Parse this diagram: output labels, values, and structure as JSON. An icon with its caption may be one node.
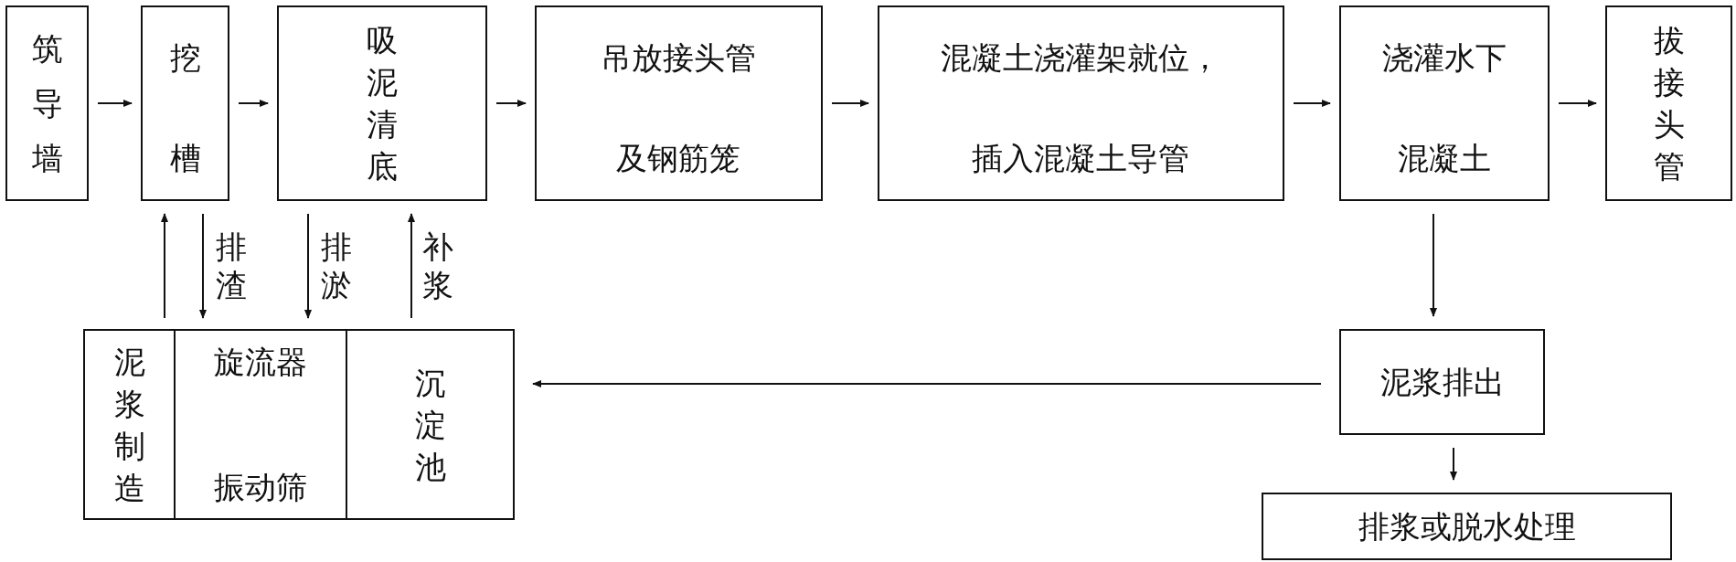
{
  "diagram": {
    "nodes": [
      {
        "text": [
          "筑导墙"
        ]
      },
      {
        "text": [
          "挖槽"
        ]
      },
      {
        "text": [
          "吸泥清底"
        ]
      },
      {
        "text": [
          "吊放接头管及钢筋笼"
        ]
      },
      {
        "text": [
          "混凝土浇灌架就位，插入混凝土导管"
        ]
      },
      {
        "text": [
          "浇灌水下混凝土"
        ]
      },
      {
        "text": [
          "拔接头管"
        ]
      },
      {
        "text": [],
        "shape": "box"
      },
      {
        "text": [
          "泥浆制造"
        ],
        "in": 7
      },
      {
        "text": [
          "旋流器",
          "振动筛"
        ],
        "in": 7
      },
      {
        "text": [
          "沉淀池"
        ],
        "in": 7
      },
      {
        "text": [
          "泥浆排出"
        ]
      },
      {
        "text": [
          "排浆或脱水处理"
        ]
      }
    ],
    "edges": [
      {
        "from": 0,
        "to": 1,
        "arrow": "to"
      },
      {
        "from": 1,
        "to": 2,
        "arrow": "to"
      },
      {
        "from": 2,
        "to": 3,
        "arrow": "to"
      },
      {
        "from": 3,
        "to": 4,
        "arrow": "to"
      },
      {
        "from": 4,
        "to": 5,
        "arrow": "to"
      },
      {
        "from": 5,
        "to": 6,
        "arrow": "to"
      },
      {
        "from": 8,
        "to": 1,
        "arrow": "to"
      },
      {
        "from": 1,
        "to": 9,
        "arrow": "to",
        "label": "排渣"
      },
      {
        "from": 2,
        "to": 9,
        "arrow": "to",
        "label": "排淤"
      },
      {
        "from": 10,
        "to": 2,
        "arrow": "to",
        "label": "补浆"
      },
      {
        "from": 5,
        "to": 11,
        "arrow": "to"
      },
      {
        "from": 11,
        "to": 7,
        "arrow": "to"
      },
      {
        "from": 11,
        "to": 12,
        "arrow": "to"
      }
    ]
  }
}
